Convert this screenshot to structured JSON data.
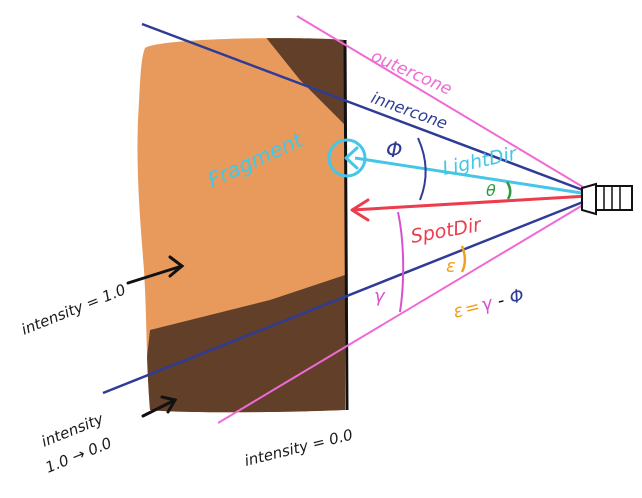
{
  "colors": {
    "wall": "#e89a5c",
    "wall_shadow": "#5a3a25",
    "outer_cone": "#f06ad6",
    "inner_cone": "#2f3c96",
    "light_dir": "#45c6e6",
    "spot_dir": "#ec3d4f",
    "theta": "#2e9a3c",
    "epsilon": "#f0a21e",
    "gamma": "#d84fd0",
    "ink": "#111111"
  },
  "labels": {
    "outer_cone": "outercone",
    "inner_cone": "innercone",
    "fragment": "Fragment",
    "light_dir": "LightDir",
    "spot_dir": "SpotDir",
    "phi": "Φ",
    "theta": "θ",
    "epsilon": "ε",
    "gamma": "γ",
    "formula": {
      "eps": "ε",
      "eq": "=",
      "gamma": "γ",
      "minus": "-",
      "phi": "Φ"
    },
    "intensity_full": "intensity = 1.0",
    "intensity_zero": "intensity = 0.0",
    "intensity_falloff_line1": "intensity",
    "intensity_falloff_line2": "1.0 → 0.0"
  }
}
